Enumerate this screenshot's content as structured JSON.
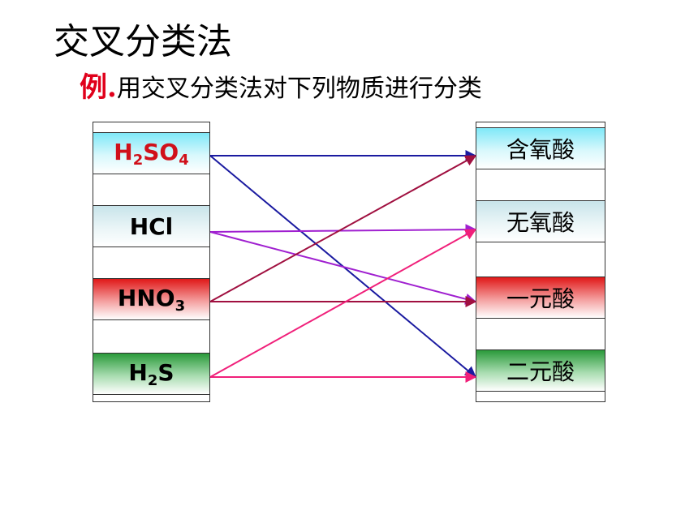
{
  "title": "交叉分类法",
  "subtitle": {
    "prefix": "例.",
    "text": "用交叉分类法对下列物质进行分类"
  },
  "substances": [
    {
      "formula_main": "H",
      "sub1": "2",
      "mid": "SO",
      "sub2": "4",
      "text_color": "#d0101a"
    },
    {
      "formula_main": "HCl",
      "sub1": "",
      "mid": "",
      "sub2": "",
      "text_color": "#000000"
    },
    {
      "formula_main": "HNO",
      "sub1": "3",
      "mid": "",
      "sub2": "",
      "text_color": "#000000"
    },
    {
      "formula_main": "H",
      "sub1": "2",
      "mid": "S",
      "sub2": "",
      "text_color": "#000000"
    }
  ],
  "categories": [
    "含氧酸",
    "无氧酸",
    "一元酸",
    "二元酸"
  ],
  "connections": [
    {
      "from": 0,
      "to": 0,
      "color": "#1a1aa0"
    },
    {
      "from": 0,
      "to": 3,
      "color": "#1a1aa0"
    },
    {
      "from": 1,
      "to": 1,
      "color": "#a020d0"
    },
    {
      "from": 1,
      "to": 2,
      "color": "#a020d0"
    },
    {
      "from": 2,
      "to": 0,
      "color": "#a01040"
    },
    {
      "from": 2,
      "to": 2,
      "color": "#a01040"
    },
    {
      "from": 3,
      "to": 1,
      "color": "#f0207a"
    },
    {
      "from": 3,
      "to": 3,
      "color": "#f0207a"
    }
  ]
}
